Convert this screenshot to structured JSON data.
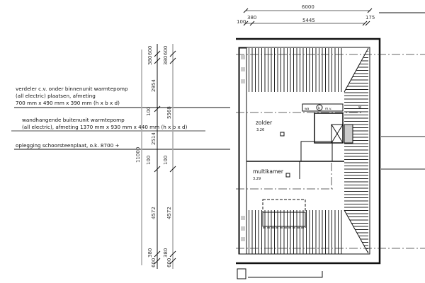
{
  "notes": [
    {
      "lines": [
        "verdeler c.v. onder binnenunit warmtepomp",
        "(all electric) plaatsen, afmeting",
        "700 mm x 490 mm x 390 mm (h x b x d)"
      ]
    },
    {
      "lines": [
        "wandhangende buitenunit warmtepomp",
        "(all electric), afmeting 1370 mm x 930 mm x 440 mm (h x b x d)"
      ]
    },
    {
      "lines": [
        "oplegging schoorsteenplaat, o.k. 8700 +"
      ]
    }
  ],
  "dimensions_top": {
    "overall": "6000",
    "inner": "5445",
    "left_small": "100",
    "left": "380",
    "right": "175"
  },
  "dimensions_left_a": [
    "600",
    "380",
    "2954",
    "100",
    "2514",
    "100",
    "4572",
    "380",
    "600"
  ],
  "dimensions_left_b": [
    "600",
    "380",
    "5568",
    "100",
    "4572",
    "380",
    "600"
  ],
  "level_mark": "11000",
  "rooms": [
    {
      "name": "zolder",
      "area": "3.26"
    },
    {
      "name": "multikamer",
      "area": "3.29"
    }
  ],
  "fixtures": {
    "wm": "wa",
    "boiler": "b",
    "mv": "m.v.",
    "extra": "w"
  }
}
